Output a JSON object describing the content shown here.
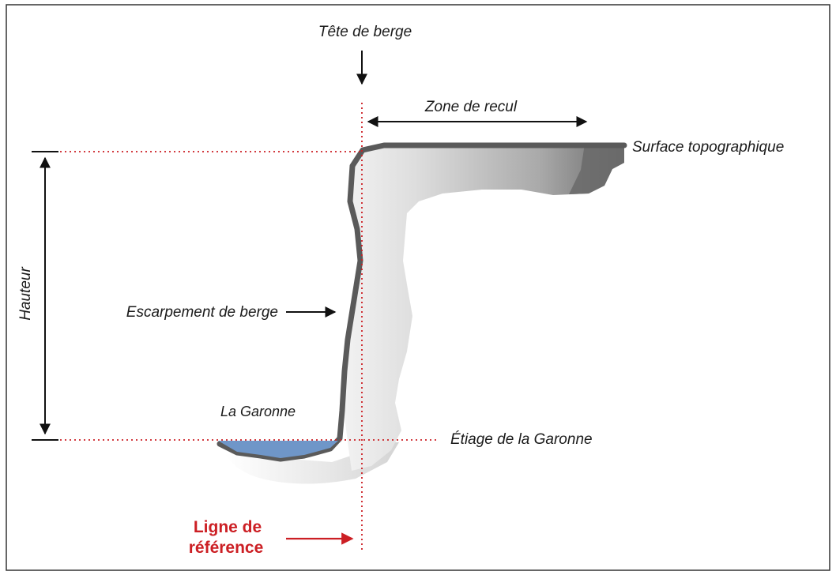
{
  "labels": {
    "tete_de_berge": "Tête de berge",
    "zone_de_recul": "Zone de recul",
    "surface_topographique": "Surface topographique",
    "hauteur": "Hauteur",
    "escarpement_de_berge": "Escarpement de berge",
    "la_garonne": "La Garonne",
    "etiage": "Étiage de la Garonne",
    "ligne_de_reference_line1": "Ligne de",
    "ligne_de_reference_line2": "référence"
  },
  "colors": {
    "frame": "#333333",
    "guide_line": "#cc1f24",
    "bank_outline": "#5a5a5a",
    "terrain_light": "#e2e2e2",
    "terrain_dark": "#6a6a6a",
    "water": "#6f96c8",
    "arrow": "#111111",
    "highlight_text": "#cc1f24"
  }
}
